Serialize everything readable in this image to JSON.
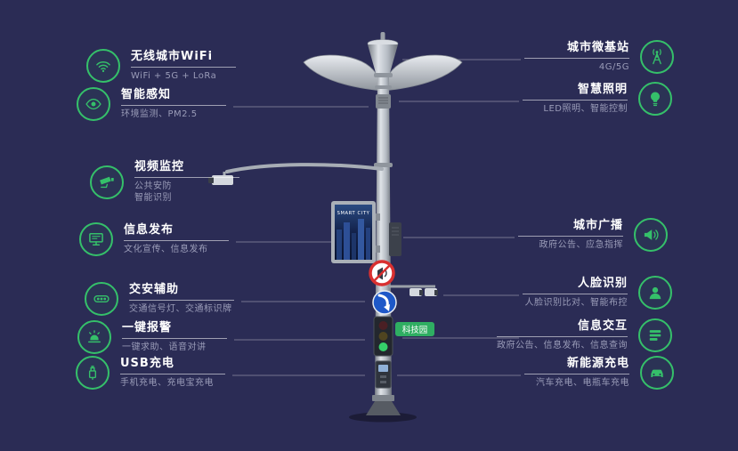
{
  "canvas": {
    "background": "#2b2c55",
    "accent_green": "#35c06a",
    "title_color": "#ffffff",
    "subtitle_color": "#9a9cb8"
  },
  "left_features": [
    {
      "title": "无线城市WiFi",
      "subtitle": "WiFi + 5G + LoRa",
      "icon": "wifi"
    },
    {
      "title": "智能感知",
      "subtitle": "环境监测、PM2.5",
      "icon": "sensor"
    },
    {
      "title": "视频监控",
      "subtitle": "公共安防\n智能识别",
      "icon": "camera"
    },
    {
      "title": "信息发布",
      "subtitle": "文化宣传、信息发布",
      "icon": "display"
    },
    {
      "title": "交安辅助",
      "subtitle": "交通信号灯、交通标识牌",
      "icon": "traffic"
    },
    {
      "title": "一键报警",
      "subtitle": "一键求助、语音对讲",
      "icon": "alarm"
    },
    {
      "title": "USB充电",
      "subtitle": "手机充电、充电宝充电",
      "icon": "usb"
    }
  ],
  "right_features": [
    {
      "title": "城市微基站",
      "subtitle": "4G/5G",
      "icon": "antenna"
    },
    {
      "title": "智慧照明",
      "subtitle": "LED照明、智能控制",
      "icon": "bulb"
    },
    {
      "title": "城市广播",
      "subtitle": "政府公告、应急指挥",
      "icon": "speaker"
    },
    {
      "title": "人脸识别",
      "subtitle": "人脸识别比对、智能布控",
      "icon": "face"
    },
    {
      "title": "信息交互",
      "subtitle": "政府公告、信息发布、信息查询",
      "icon": "info"
    },
    {
      "title": "新能源充电",
      "subtitle": "汽车充电、电瓶车充电",
      "icon": "ev"
    }
  ],
  "pole": {
    "screen_title": "SMART CITY",
    "park_label": "科技园"
  }
}
